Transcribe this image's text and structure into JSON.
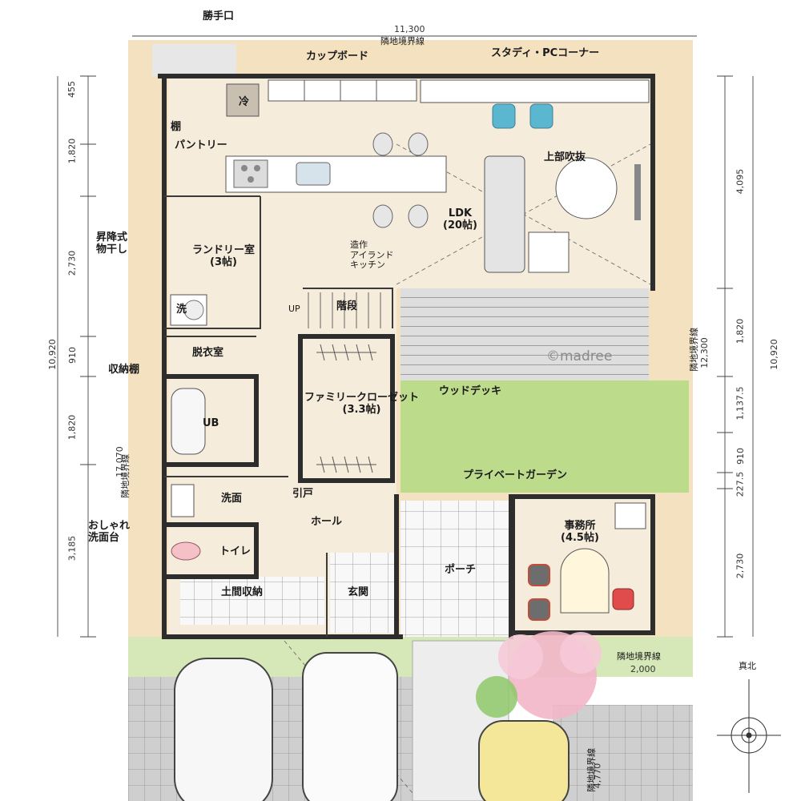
{
  "floorplan": {
    "rooms": {
      "ldk": "LDK",
      "ldk_size": "(20帖)",
      "pantry": "パントリー",
      "laundry": "ランドリー室",
      "laundry_size": "(3帖)",
      "dressing": "脱衣室",
      "ub": "UB",
      "washroom": "洗面",
      "toilet": "トイレ",
      "hall": "ホール",
      "entrance": "玄関",
      "earth_storage": "土間収納",
      "porch": "ポーチ",
      "office": "事務所",
      "office_size": "(4.5帖)",
      "family_closet": "ファミリークローゼット",
      "family_closet_size": "(3.3帖)",
      "stairs": "階段",
      "wood_deck": "ウッドデッキ",
      "private_garden": "プライベートガーデン",
      "open_ceiling": "上部吹抜",
      "island_kitchen_1": "造作",
      "island_kitchen_2": "アイランド",
      "island_kitchen_3": "キッチン"
    },
    "annotations": {
      "service_door": "勝手口",
      "cupboard": "カップボード",
      "study_corner": "スタディ・PCコーナー",
      "fridge": "冷",
      "shelf": "棚",
      "drying_1": "昇降式",
      "drying_2": "物干し",
      "storage_shelf": "収納棚",
      "stylish_1": "おしゃれ",
      "stylish_2": "洗面台",
      "sliding_door": "引戸",
      "up": "UP",
      "washer": "洗",
      "north": "真北",
      "boundary_top": "隣地境界線",
      "boundary_right": "隣地境界線",
      "boundary_left": "隣地境界線",
      "boundary_bottom": "隣地境界線",
      "boundary_car": "隣地境界線",
      "watermark": "©madree"
    },
    "dimensions": {
      "top_width": "11,300",
      "left_total": "10,920",
      "left_segments": [
        "455",
        "1,820",
        "2,730",
        "910",
        "1,820",
        "3,185"
      ],
      "right_total": "10,920",
      "right_segments": [
        "4,095",
        "1,820",
        "1,137.5",
        "910",
        "227.5",
        "2,730"
      ],
      "right_boundary": "12,300",
      "left_boundary": "17,070",
      "bottom_boundary": "2,000",
      "car_boundary": "4,770"
    },
    "colors": {
      "floor": "#f6ecdc",
      "lot": "#f3e1bf",
      "garden": "#bcdc8c",
      "front_lawn": "#d6e8b8",
      "deck": "#d8d8d8",
      "wall": "#2d2d2d",
      "tree": "#f2b6c8"
    }
  }
}
